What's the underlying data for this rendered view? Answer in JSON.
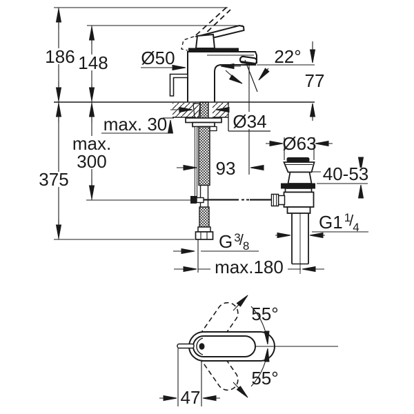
{
  "title": "faucet-installation-dimension-drawing",
  "colors": {
    "line": "#1a1a1a",
    "background": "#ffffff"
  },
  "dims": {
    "total_height": "186",
    "handle_height": "148",
    "body_diameter": "Ø50",
    "aerator_angle": "22°",
    "spout_to_deck": "77",
    "deck_thickness": "max. 30",
    "hole_diameter": "Ø34",
    "rod_max_line1": "max.",
    "rod_max_line2": "300",
    "hose_length": "375",
    "spout_projection": "93",
    "waste_flange_diameter": "Ø63",
    "waste_deck_range": "40-53",
    "waste_thread": {
      "base": "G1",
      "sup": "1",
      "slash": "/",
      "sub": "4"
    },
    "supply_thread": {
      "base": "G",
      "sup": "3",
      "slash": "/",
      "sub": "8"
    },
    "rod_connection": "max.180",
    "handle_swivel_up": "55°",
    "handle_swivel_down": "55°",
    "handle_offset": "47"
  }
}
